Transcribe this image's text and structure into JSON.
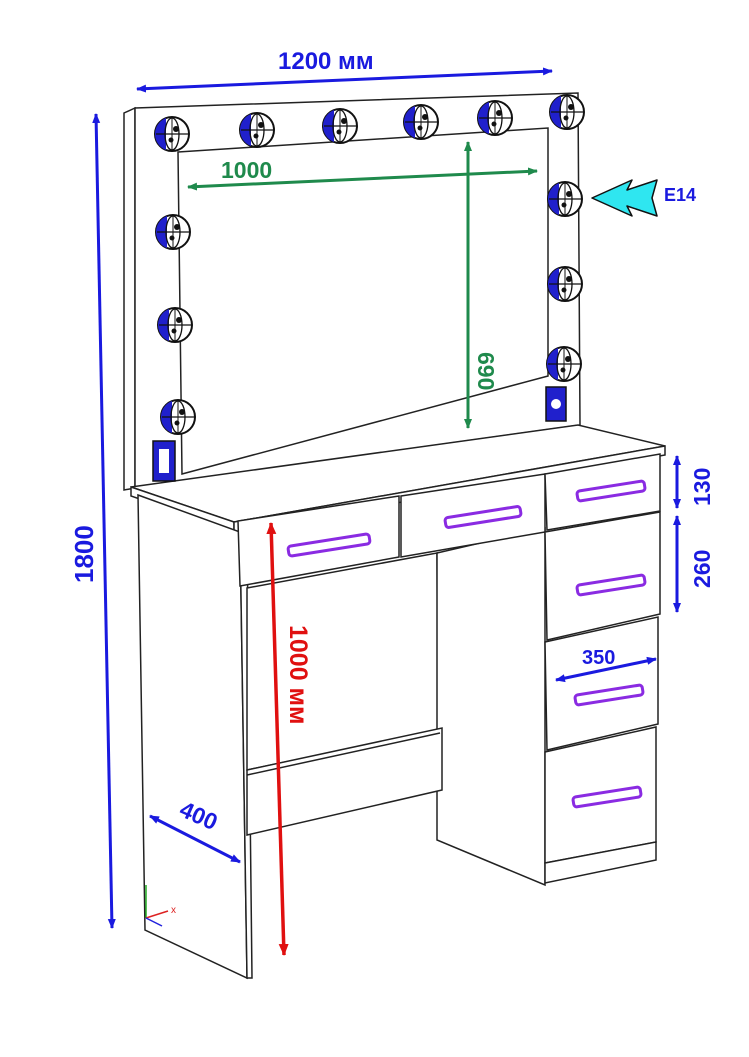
{
  "dimensions": {
    "mirror_width": "1200 мм",
    "mirror_inner_width": "1000",
    "mirror_inner_height": "690",
    "total_height": "1800",
    "table_height": "1000 мм",
    "depth": "400",
    "top_drawer_height": "130",
    "drawer_height": "260",
    "drawer_width": "350"
  },
  "bulb": {
    "type": "E14"
  },
  "axes": {
    "x": "x"
  },
  "colors": {
    "blue_dimension": "#1a1adf",
    "green_dimension": "#1f8a4c",
    "red_dimension": "#e01010",
    "handle": "#8a2be2",
    "bulb_accent": "#2020cc",
    "arrow": "#2fe6f0",
    "outline": "#222222"
  },
  "icons": {
    "bulb": "bulb-icon",
    "socket": "socket-icon",
    "pointer": "pointer-arrow-icon"
  }
}
